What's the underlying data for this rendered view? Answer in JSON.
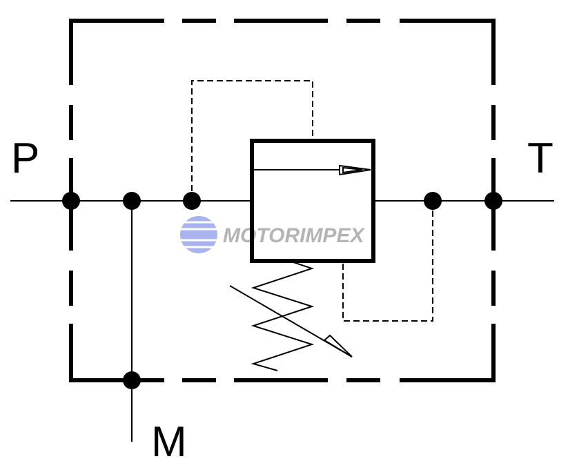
{
  "diagram": {
    "type": "hydraulic pressure relief valve symbol",
    "ports": {
      "p": "P",
      "t": "T",
      "m": "M"
    },
    "watermark": "MOTORIMPEX",
    "colors": {
      "line": "#000000",
      "watermark_text": "#b4b4b4",
      "watermark_globe": "#a9b3ee"
    }
  }
}
